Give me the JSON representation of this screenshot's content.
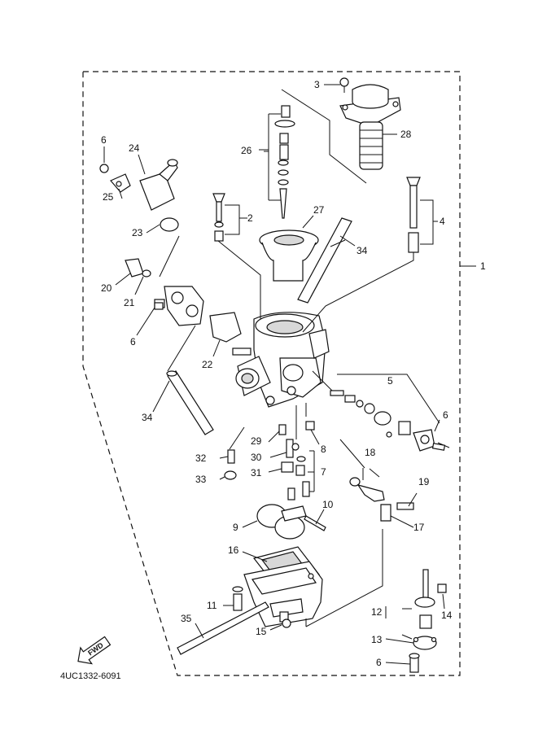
{
  "diagram_code": "4UC1332-6091",
  "direction_badge": "FWD",
  "callouts": [
    "1",
    "2",
    "3",
    "4",
    "5",
    "6",
    "7",
    "8",
    "9",
    "10",
    "11",
    "12",
    "13",
    "14",
    "15",
    "16",
    "17",
    "18",
    "19",
    "20",
    "21",
    "22",
    "23",
    "24",
    "25",
    "26",
    "27",
    "28",
    "29",
    "30",
    "31",
    "32",
    "33",
    "34",
    "35"
  ],
  "repeat_callouts": {
    "six": "6",
    "thirtyfour": "34"
  },
  "colors": {
    "ink": "#111111",
    "background": "#ffffff"
  }
}
